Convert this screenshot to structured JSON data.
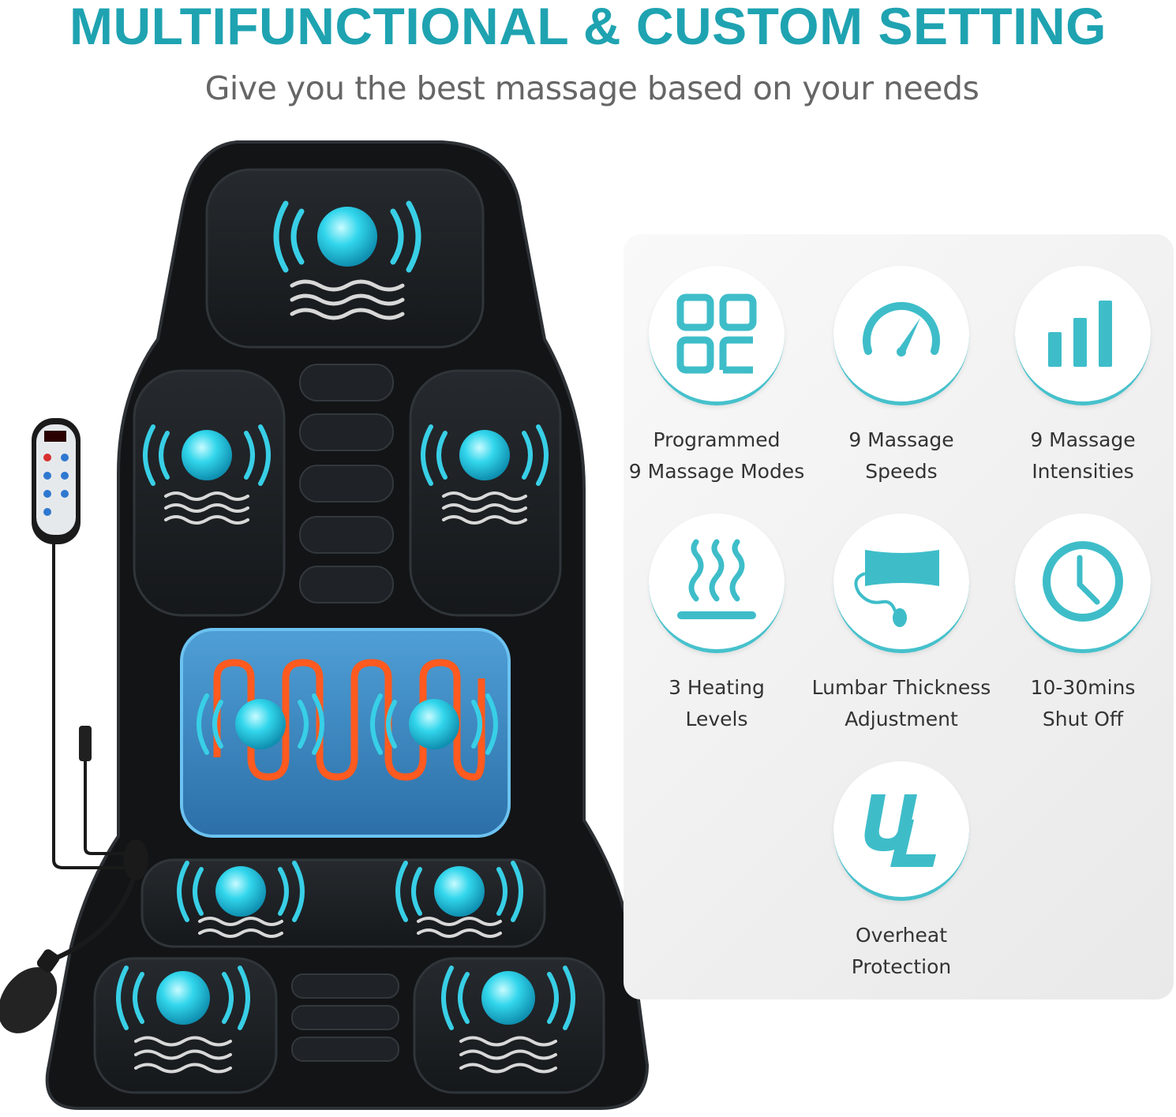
{
  "header": {
    "title": "MULTIFUNCTIONAL & CUSTOM SETTING",
    "subtitle": "Give you the best massage based on your needs"
  },
  "colors": {
    "accent": "#1fa3b1",
    "icon": "#3ebdc9",
    "subtitle": "#666666",
    "heater": "#ff5a1f"
  },
  "features": [
    {
      "icon": "grid-icon",
      "line1": "Programmed",
      "line2": "9 Massage Modes"
    },
    {
      "icon": "speedometer-icon",
      "line1": "9 Massage",
      "line2": "Speeds"
    },
    {
      "icon": "bar-chart-icon",
      "line1": "9 Massage",
      "line2": "Intensities"
    },
    {
      "icon": "heat-waves-icon",
      "line1": "3 Heating",
      "line2": "Levels"
    },
    {
      "icon": "lumbar-pillow-icon",
      "line1": "Lumbar Thickness",
      "line2": "Adjustment"
    },
    {
      "icon": "clock-icon",
      "line1": "10-30mins",
      "line2": "Shut Off"
    },
    {
      "icon": "ul-mark-icon",
      "line1": "Overheat",
      "line2": "Protection"
    }
  ]
}
